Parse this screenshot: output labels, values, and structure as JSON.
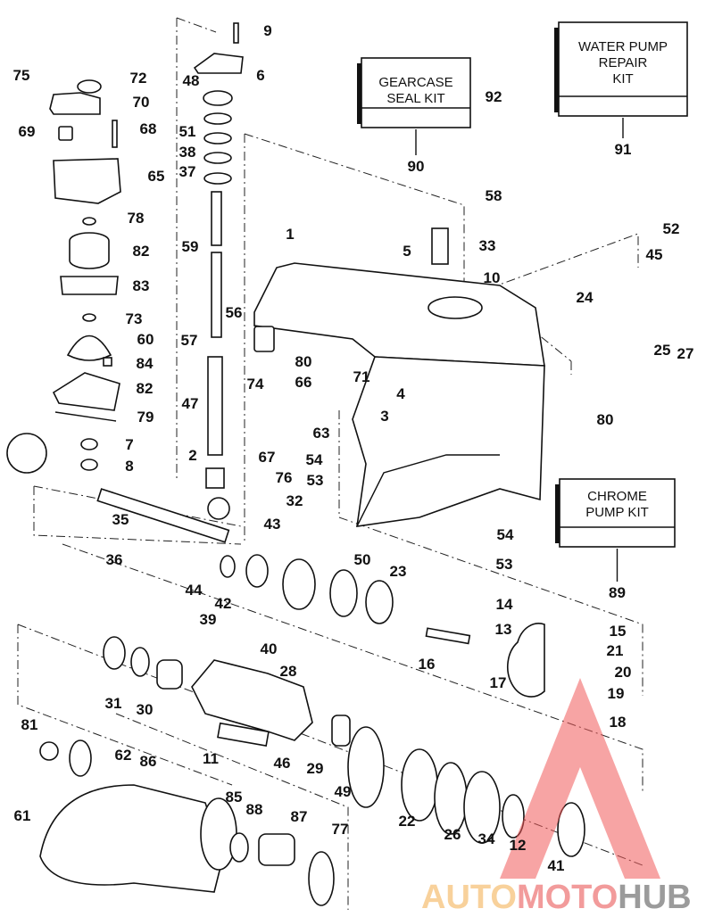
{
  "diagram": {
    "kits": [
      {
        "name": "gearcase-seal-kit",
        "lines": [
          "GEARCASE",
          "SEAL KIT"
        ],
        "part_no": "90"
      },
      {
        "name": "water-pump-repair-kit",
        "lines": [
          "WATER PUMP",
          "REPAIR",
          "KIT"
        ],
        "part_no": "91"
      },
      {
        "name": "chrome-pump-kit",
        "lines": [
          "CHROME",
          "PUMP KIT"
        ],
        "part_no": "89"
      }
    ],
    "labels": [
      "9",
      "6",
      "75",
      "72",
      "70",
      "48",
      "69",
      "68",
      "51",
      "38",
      "65",
      "37",
      "78",
      "1",
      "5",
      "92",
      "58",
      "33",
      "10",
      "52",
      "45",
      "24",
      "25",
      "27",
      "82",
      "59",
      "83",
      "73",
      "56",
      "60",
      "57",
      "84",
      "80",
      "71",
      "74",
      "66",
      "4",
      "82",
      "47",
      "79",
      "3",
      "63",
      "80",
      "7",
      "67",
      "76",
      "2",
      "8",
      "54",
      "53",
      "32",
      "35",
      "43",
      "54",
      "53",
      "36",
      "50",
      "23",
      "44",
      "42",
      "14",
      "13",
      "15",
      "39",
      "40",
      "21",
      "28",
      "16",
      "20",
      "17",
      "19",
      "31",
      "30",
      "18",
      "81",
      "62",
      "11",
      "46",
      "29",
      "86",
      "49",
      "85",
      "88",
      "87",
      "22",
      "77",
      "26",
      "34",
      "12",
      "41",
      "61"
    ],
    "watermark": {
      "parts": [
        "AUTO",
        "MOTO",
        "HUB"
      ],
      "colors": [
        "#f7c98a",
        "#f08a8a",
        "#8a8a8a"
      ],
      "logo_color": "#f05a5a"
    }
  }
}
